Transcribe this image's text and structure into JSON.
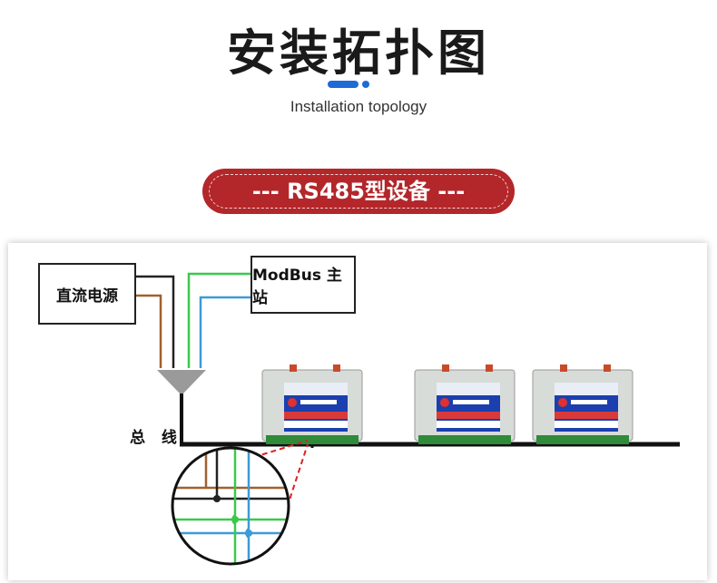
{
  "header": {
    "title": "安装拓扑图",
    "subtitle": "Installation topology",
    "accent_color": "#1e6ad6"
  },
  "section_badge": {
    "label": "--- RS485型设备 ---",
    "color": "#b3262a"
  },
  "diagram": {
    "power_box": "直流电源",
    "master_box": "ModBus 主站",
    "bus_label": "总 线",
    "device_count": 3,
    "wire_colors": {
      "brown": "#a0612f",
      "black": "#222222",
      "green": "#3cc84a",
      "blue": "#3d9ad6",
      "callout": "#e02020"
    }
  }
}
